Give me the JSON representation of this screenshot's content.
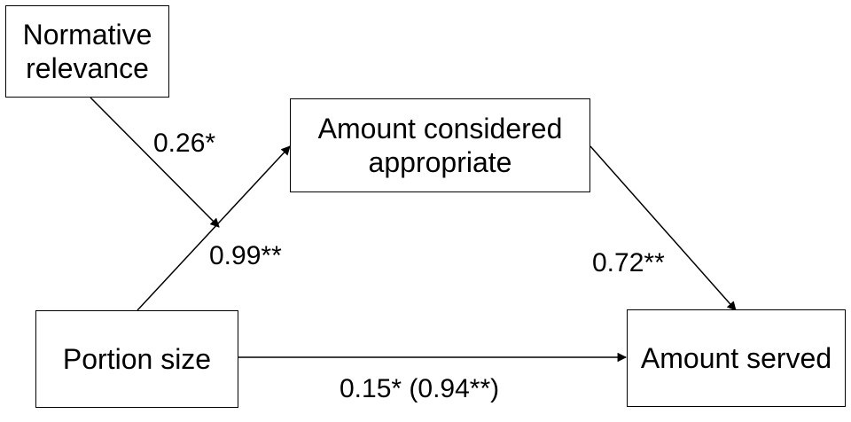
{
  "nodes": {
    "normative": {
      "line1": "Normative",
      "line2": "relevance"
    },
    "appropriate": {
      "line1": "Amount considered",
      "line2": "appropriate"
    },
    "portion": {
      "label": "Portion size"
    },
    "served": {
      "label": "Amount served"
    }
  },
  "edges": {
    "normative_to_path": "0.26*",
    "portion_to_appropriate": "0.99**",
    "appropriate_to_served": "0.72**",
    "portion_to_served": "0.15* (0.94**)"
  },
  "colors": {
    "stroke": "#000000",
    "background": "#ffffff"
  }
}
